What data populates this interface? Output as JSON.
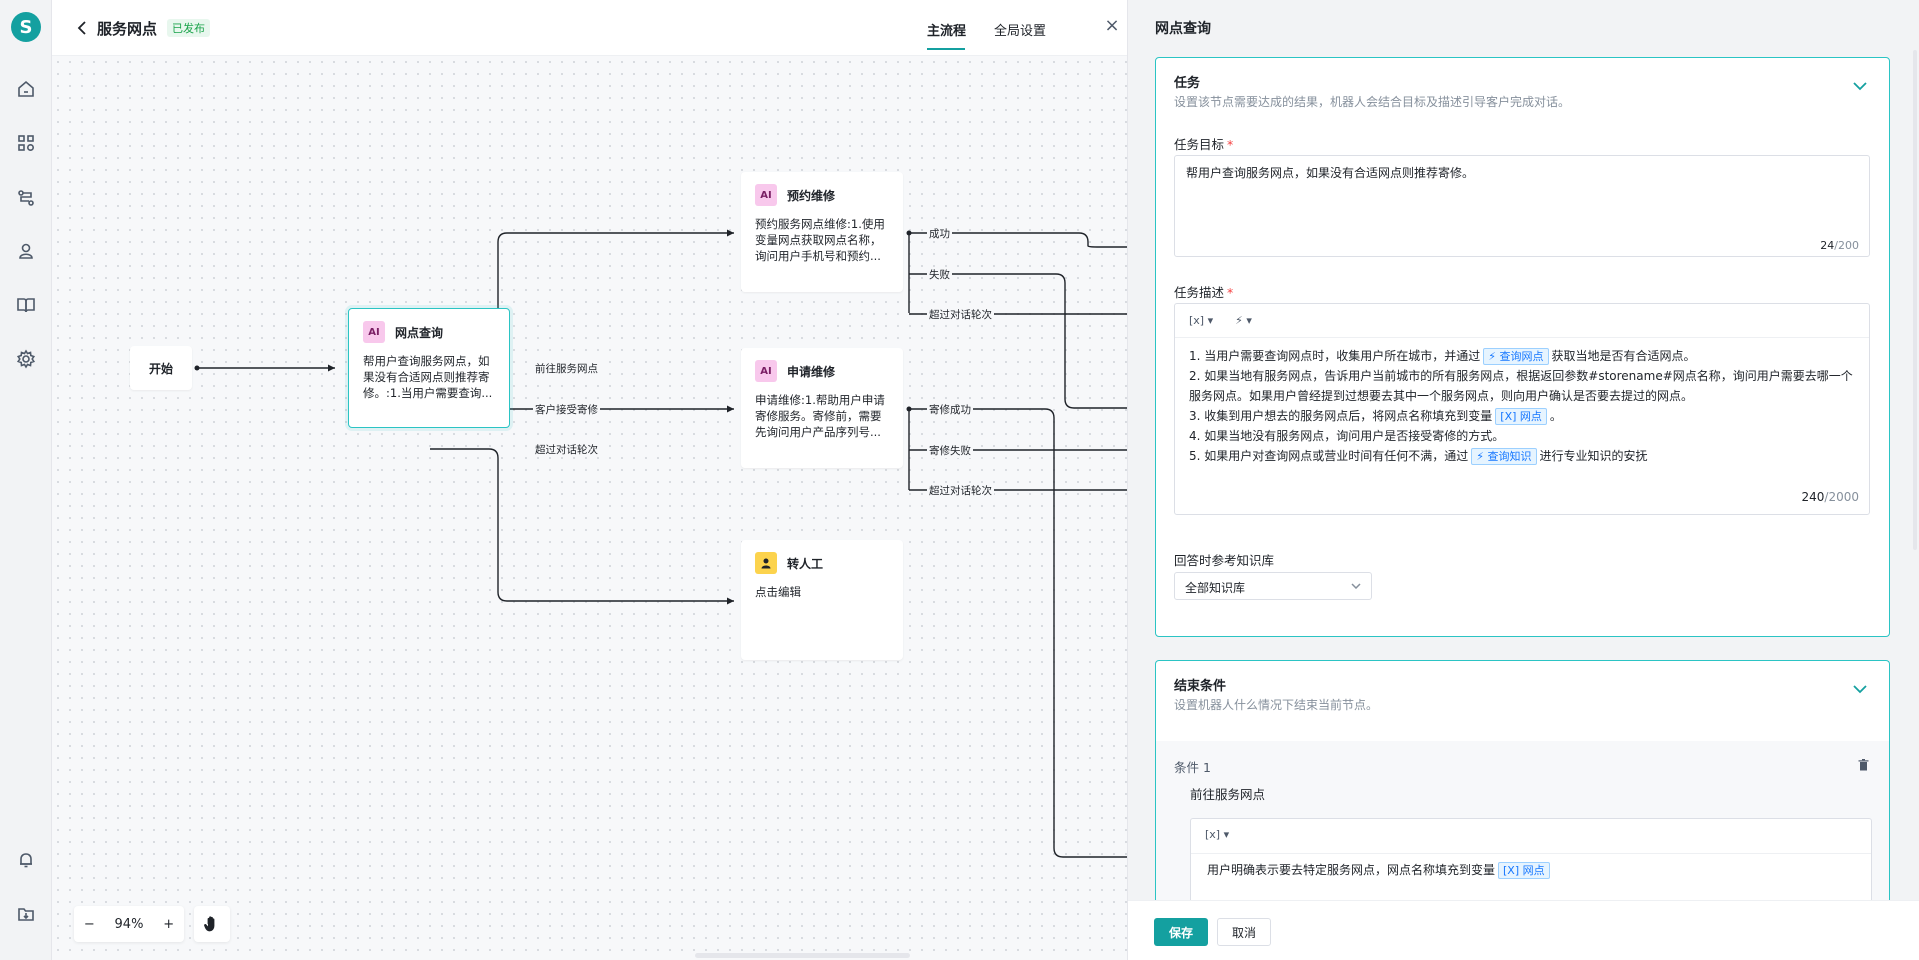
{
  "app": {
    "logo_letter": "S"
  },
  "header": {
    "title": "服务网点",
    "status_badge": "已发布",
    "tabs": [
      {
        "label": "主流程"
      },
      {
        "label": "全局设置"
      }
    ],
    "close_label": "×"
  },
  "nodes": {
    "start": {
      "label": "开始"
    },
    "query": {
      "badge": "AI",
      "title": "网点查询",
      "desc": "帮用户查询服务网点，如果没有合适网点则推荐寄修。:1.当用户需要查询..."
    },
    "book": {
      "badge": "AI",
      "title": "预约维修",
      "desc": "预约服务网点维修:1.使用变量网点获取网点名称，询问用户手机号和预约..."
    },
    "mail": {
      "badge": "AI",
      "title": "申请维修",
      "desc": "申请维修:1.帮助用户申请寄修服务。寄修前，需要先询问用户产品序列号..."
    },
    "human": {
      "title": "转人工",
      "desc": "点击编辑"
    }
  },
  "edges": {
    "goto_outlet": "前往服务网点",
    "accept_mail": "客户接受寄修",
    "exceed1": "超过对话轮次",
    "success": "成功",
    "fail": "失败",
    "exceed2": "超过对话轮次",
    "mail_success": "寄修成功",
    "mail_fail": "寄修失败",
    "exceed3": "超过对话轮次"
  },
  "zoom": {
    "minus": "−",
    "level": "94%",
    "plus": "+"
  },
  "panel": {
    "title": "网点查询",
    "task": {
      "title": "任务",
      "subtitle": "设置该节点需要达成的结果，机器人会结合目标及描述引导客户完成对话。",
      "goal_label": "任务目标",
      "goal_value": "帮用户查询服务网点，如果没有合适网点则推荐寄修。",
      "goal_count": "24",
      "goal_max": "/200",
      "desc_label": "任务描述",
      "toolbar_var": "[x] ▾",
      "toolbar_action": "⚡ ▾",
      "desc": {
        "l1a": "1. 当用户需要查询网点时，收集用户所在城市，并通过",
        "l1tag": "⚡ 查询网点",
        "l1b": "获取当地是否有合适网点。",
        "l2": "2. 如果当地有服务网点，告诉用户当前城市的所有服务网点，根据返回参数#storename#网点名称，询问用户需要去哪一个服务网点。如果用户曾经提到过想要去其中一个服务网点，则向用户确认是否要去提过的网点。",
        "l3a": "3. 收集到用户想去的服务网点后，将网点名称填充到变量",
        "l3tag": "[X] 网点",
        "l3b": "。",
        "l4": "4. 如果当地没有服务网点，询问用户是否接受寄修的方式。",
        "l5a": "5. 如果用户对查询网点或营业时间有任何不满，通过",
        "l5tag": "⚡ 查询知识",
        "l5b": "进行专业知识的安抚"
      },
      "desc_count": "240",
      "desc_max": "/2000",
      "kb_label": "回答时参考知识库",
      "kb_value": "全部知识库"
    },
    "end": {
      "title": "结束条件",
      "subtitle": "设置机器人什么情况下结束当前节点。",
      "cond_label": "条件 1",
      "cond_name": "前往服务网点",
      "toolbar_var": "[x] ▾",
      "cond_text": "用户明确表示要去特定服务网点，网点名称填充到变量",
      "cond_tag": "[X] 网点"
    },
    "save_label": "保存",
    "cancel_label": "取消"
  }
}
